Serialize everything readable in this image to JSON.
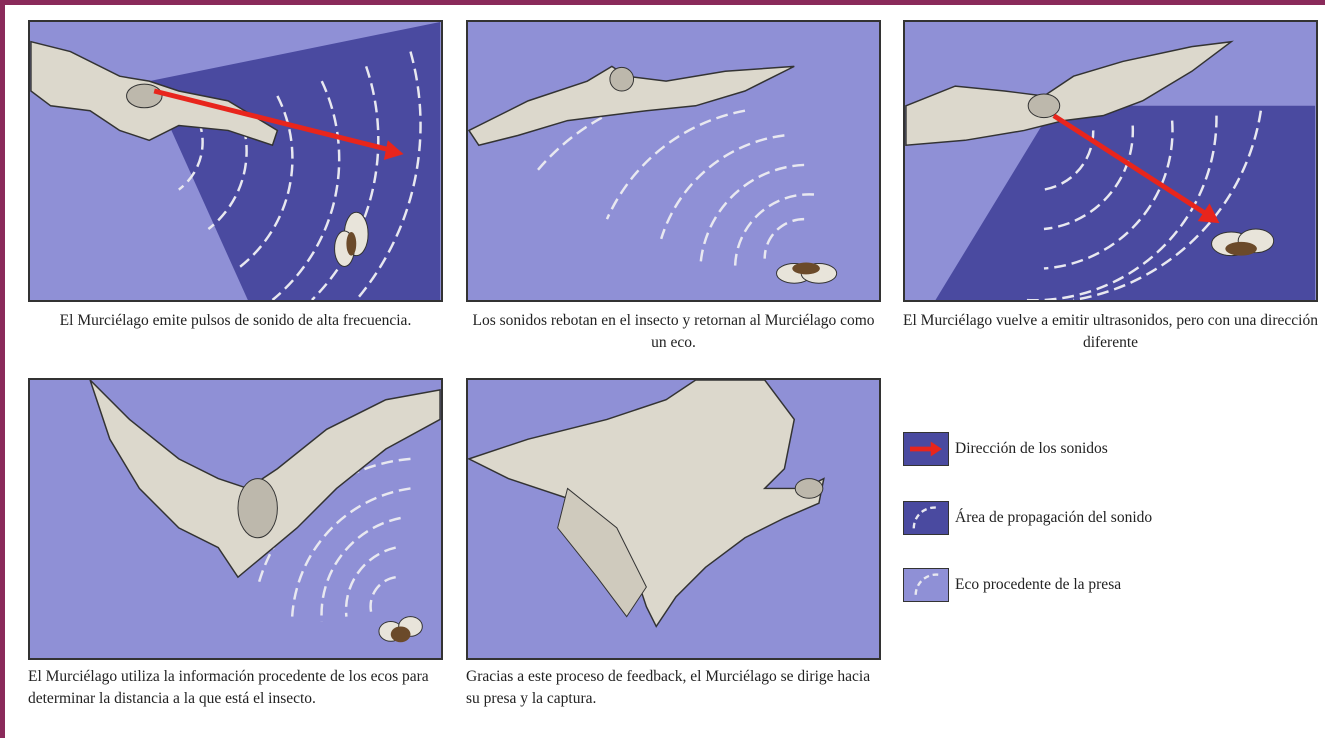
{
  "colors": {
    "frame": "#8a2a5a",
    "panel_bg": "#8f90d6",
    "sound_area": "#4a4aa0",
    "arrow": "#e8251c",
    "wave": "#e8e8f0"
  },
  "panels": [
    {
      "caption": "El Murciélago emite pulsos de sonido de alta frecuencia."
    },
    {
      "caption": "Los sonidos rebotan en el insecto y retornan al Murciélago como un eco."
    },
    {
      "caption": "El Murciélago vuelve a emitir ultrasonidos, pero con una dirección diferente"
    },
    {
      "caption": "El Murciélago utiliza la información procedente de los ecos para determinar la distancia a la que está el insecto."
    },
    {
      "caption": "Gracias a este proceso de feedback, el Murciélago se dirige hacia su presa y la captura."
    }
  ],
  "legend": [
    {
      "icon": "red-arrow-icon",
      "label": "Dirección de los sonidos"
    },
    {
      "icon": "sound-area-icon",
      "label": "Área de propagación del sonido"
    },
    {
      "icon": "echo-icon",
      "label": "Eco procedente de la presa"
    }
  ]
}
